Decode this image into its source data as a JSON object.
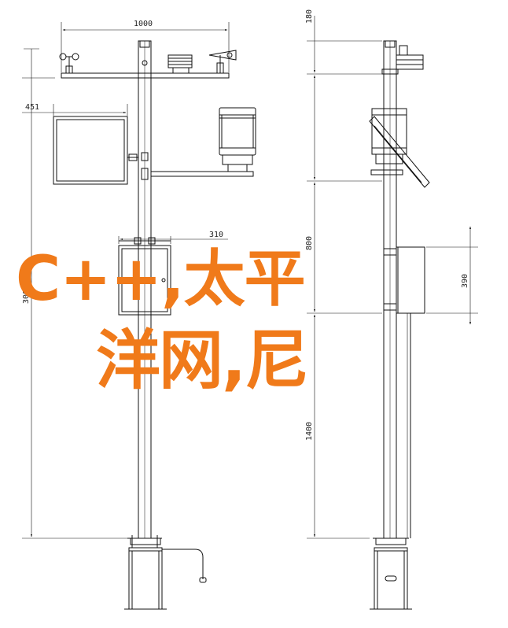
{
  "drawing": {
    "colors": {
      "line": "#111111",
      "overlay": "#f07a1a",
      "background": "#ffffff"
    },
    "front_view": {
      "dim_top_width": "1000",
      "dim_panel_width": "451",
      "dim_box_width": "310",
      "dim_total_height": "3000"
    },
    "side_view": {
      "dim_top": "180",
      "dim_upper": "800",
      "dim_box_height": "390",
      "dim_lower": "1400"
    }
  },
  "overlay": {
    "line1": "C++,太平",
    "line2": "洋网,尼"
  }
}
